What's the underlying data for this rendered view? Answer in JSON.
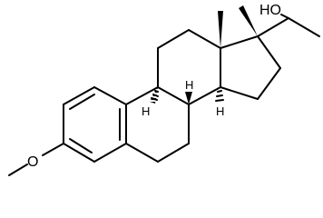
{
  "molecule": {
    "labels": {
      "hydroxyl": "HO",
      "ether_oxygen": "O",
      "stereo_h_a": "H",
      "stereo_h_b": "H",
      "stereo_h_c": "H"
    },
    "colors": {
      "bond": "#000000",
      "background": "#ffffff"
    }
  }
}
